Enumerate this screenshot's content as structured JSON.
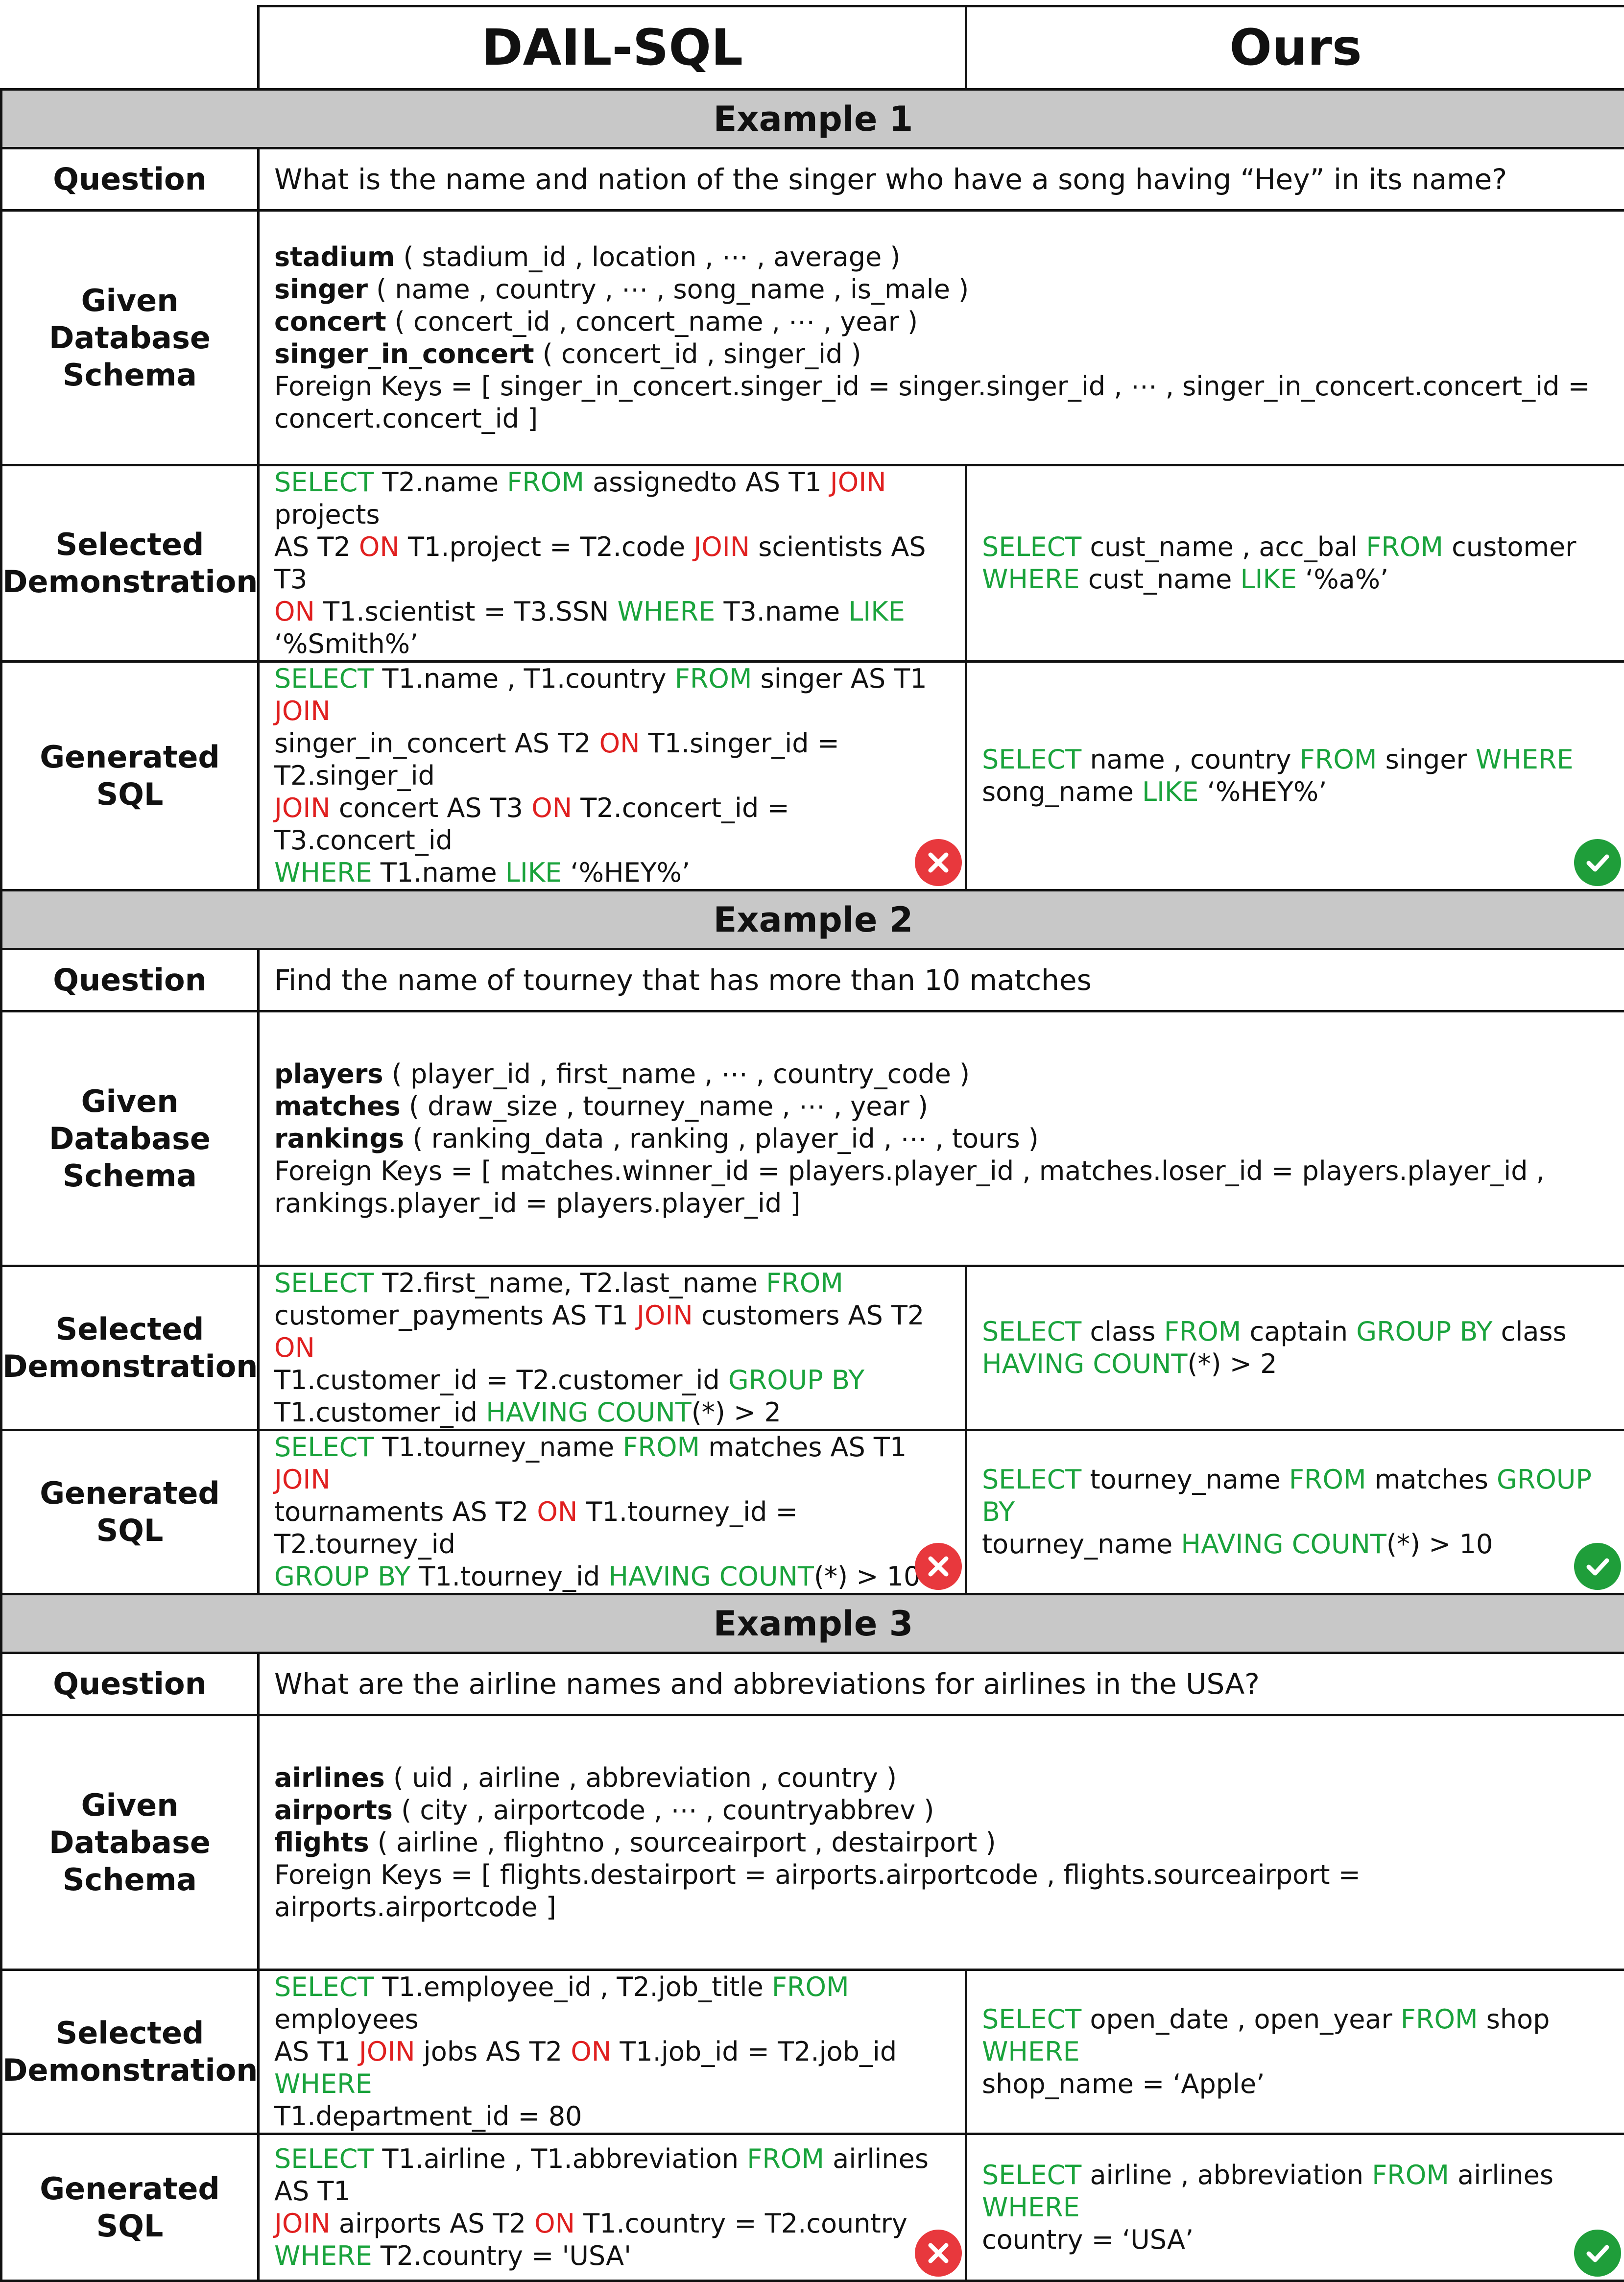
{
  "header": {
    "col1": "DAIL-SQL",
    "col2": "Ours"
  },
  "row_labels": {
    "question": "Question",
    "schema_lines": [
      "Given",
      "Database",
      "Schema"
    ],
    "selected_lines": [
      "Selected",
      "Demonstration"
    ],
    "generated": "Generated SQL"
  },
  "examples": [
    {
      "title": "Example 1",
      "question": "What is the name and nation of the singer who have a song having “Hey” in its name?",
      "schema": [
        [
          {
            "t": "stadium",
            "c": "tbl-name"
          },
          {
            "t": " ( stadium_id , location , ⋯ , average )"
          }
        ],
        [
          {
            "t": "singer",
            "c": "tbl-name"
          },
          {
            "t": " ( name , country , ⋯ , song_name , is_male )"
          }
        ],
        [
          {
            "t": "concert",
            "c": "tbl-name"
          },
          {
            "t": " ( concert_id , concert_name , ⋯ , year )"
          }
        ],
        [
          {
            "t": "singer_in_concert",
            "c": "tbl-name"
          },
          {
            "t": " ( concert_id , singer_id )"
          }
        ],
        [
          {
            "t": "Foreign Keys = [ singer_in_concert.singer_id = singer.singer_id , ⋯ , singer_in_concert.concert_id ="
          }
        ],
        [
          {
            "t": "concert.concert_id ]"
          }
        ]
      ],
      "dail_demo": [
        [
          {
            "t": "SELECT",
            "c": "kw-green"
          },
          {
            "t": " T2.name "
          },
          {
            "t": "FROM",
            "c": "kw-green"
          },
          {
            "t": " assignedto AS T1 "
          },
          {
            "t": "JOIN",
            "c": "kw-red"
          },
          {
            "t": " projects"
          }
        ],
        [
          {
            "t": "AS T2 "
          },
          {
            "t": "ON",
            "c": "kw-red"
          },
          {
            "t": " T1.project = T2.code "
          },
          {
            "t": "JOIN",
            "c": "kw-red"
          },
          {
            "t": " scientists AS T3"
          }
        ],
        [
          {
            "t": "ON",
            "c": "kw-red"
          },
          {
            "t": " T1.scientist = T3.SSN "
          },
          {
            "t": "WHERE",
            "c": "kw-green"
          },
          {
            "t": " T3.name "
          },
          {
            "t": "LIKE",
            "c": "kw-green"
          }
        ],
        [
          {
            "t": "‘%Smith%’"
          }
        ]
      ],
      "ours_demo": [
        [
          {
            "t": "SELECT",
            "c": "kw-green"
          },
          {
            "t": " cust_name , acc_bal "
          },
          {
            "t": "FROM",
            "c": "kw-green"
          },
          {
            "t": " customer"
          }
        ],
        [
          {
            "t": "WHERE",
            "c": "kw-green"
          },
          {
            "t": " cust_name "
          },
          {
            "t": "LIKE",
            "c": "kw-green"
          },
          {
            "t": " ‘%a%’"
          }
        ]
      ],
      "dail_gen": [
        [
          {
            "t": "SELECT",
            "c": "kw-green"
          },
          {
            "t": " T1.name , T1.country "
          },
          {
            "t": "FROM",
            "c": "kw-green"
          },
          {
            "t": " singer AS T1 "
          },
          {
            "t": "JOIN",
            "c": "kw-red"
          }
        ],
        [
          {
            "t": "singer_in_concert AS  T2 "
          },
          {
            "t": "ON",
            "c": "kw-red"
          },
          {
            "t": " T1.singer_id = T2.singer_id"
          }
        ],
        [
          {
            "t": "JOIN",
            "c": "kw-red"
          },
          {
            "t": " concert AS T3 "
          },
          {
            "t": "ON",
            "c": "kw-red"
          },
          {
            "t": " T2.concert_id = T3.concert_id"
          }
        ],
        [
          {
            "t": "WHERE",
            "c": "kw-green"
          },
          {
            "t": " T1.name "
          },
          {
            "t": "LIKE",
            "c": "kw-green"
          },
          {
            "t": " ‘%HEY%’"
          }
        ]
      ],
      "ours_gen": [
        [
          {
            "t": "SELECT",
            "c": "kw-green"
          },
          {
            "t": " name , country "
          },
          {
            "t": "FROM",
            "c": "kw-green"
          },
          {
            "t": " singer "
          },
          {
            "t": "WHERE",
            "c": "kw-green"
          }
        ],
        [
          {
            "t": "song_name "
          },
          {
            "t": "LIKE",
            "c": "kw-green"
          },
          {
            "t": " ‘%HEY%’"
          }
        ]
      ]
    },
    {
      "title": "Example 2",
      "question": "Find the name of tourney that has more than 10 matches",
      "schema": [
        [
          {
            "t": "players",
            "c": "tbl-name"
          },
          {
            "t": " ( player_id , first_name ,  ⋯ , country_code )"
          }
        ],
        [
          {
            "t": "matches",
            "c": "tbl-name"
          },
          {
            "t": " ( draw_size , tourney_name , ⋯ ,  year )"
          }
        ],
        [
          {
            "t": "rankings",
            "c": "tbl-name"
          },
          {
            "t": " ( ranking_data , ranking , player_id ,  ⋯ , tours )"
          }
        ],
        [
          {
            "t": "Foreign Keys = [ matches.winner_id = players.player_id , matches.loser_id = players.player_id ,"
          }
        ],
        [
          {
            "t": "rankings.player_id = players.player_id ]"
          }
        ]
      ],
      "dail_demo": [
        [
          {
            "t": "SELECT",
            "c": "kw-green"
          },
          {
            "t": " T2.first_name, T2.last_name "
          },
          {
            "t": "FROM",
            "c": "kw-green"
          }
        ],
        [
          {
            "t": "customer_payments AS T1 "
          },
          {
            "t": "JOIN",
            "c": "kw-red"
          },
          {
            "t": " customers AS T2 "
          },
          {
            "t": "ON",
            "c": "kw-red"
          }
        ],
        [
          {
            "t": "T1.customer_id = T2.customer_id "
          },
          {
            "t": "GROUP BY",
            "c": "kw-green"
          }
        ],
        [
          {
            "t": "T1.customer_id "
          },
          {
            "t": "HAVING COUNT",
            "c": "kw-green"
          },
          {
            "t": "(*) > 2"
          }
        ]
      ],
      "ours_demo": [
        [
          {
            "t": "SELECT",
            "c": "kw-green"
          },
          {
            "t": " class "
          },
          {
            "t": "FROM",
            "c": "kw-green"
          },
          {
            "t": " captain "
          },
          {
            "t": "GROUP BY",
            "c": "kw-green"
          },
          {
            "t": " class"
          }
        ],
        [
          {
            "t": "HAVING COUNT",
            "c": "kw-green"
          },
          {
            "t": "(*) > 2"
          }
        ]
      ],
      "dail_gen": [
        [
          {
            "t": "SELECT",
            "c": "kw-green"
          },
          {
            "t": " T1.tourney_name "
          },
          {
            "t": "FROM",
            "c": "kw-green"
          },
          {
            "t": " matches AS T1 "
          },
          {
            "t": "JOIN",
            "c": "kw-red"
          }
        ],
        [
          {
            "t": "tournaments AS T2 "
          },
          {
            "t": "ON",
            "c": "kw-red"
          },
          {
            "t": " T1.tourney_id = T2.tourney_id"
          }
        ],
        [
          {
            "t": "GROUP BY",
            "c": "kw-green"
          },
          {
            "t": " T1.tourney_id "
          },
          {
            "t": "HAVING COUNT",
            "c": "kw-green"
          },
          {
            "t": "(*) > 10"
          }
        ]
      ],
      "ours_gen": [
        [
          {
            "t": "SELECT",
            "c": "kw-green"
          },
          {
            "t": " tourney_name "
          },
          {
            "t": "FROM",
            "c": "kw-green"
          },
          {
            "t": " matches "
          },
          {
            "t": "GROUP BY",
            "c": "kw-green"
          }
        ],
        [
          {
            "t": "tourney_name "
          },
          {
            "t": "HAVING COUNT",
            "c": "kw-green"
          },
          {
            "t": "(*) > 10"
          }
        ]
      ]
    },
    {
      "title": "Example 3",
      "question": "What are the airline names and abbreviations for airlines in the USA?",
      "schema": [
        [
          {
            "t": "airlines",
            "c": "tbl-name"
          },
          {
            "t": " ( uid , airline , abbreviation , country )"
          }
        ],
        [
          {
            "t": "airports",
            "c": "tbl-name"
          },
          {
            "t": " ( city , airportcode , ⋯ , countryabbrev )"
          }
        ],
        [
          {
            "t": "flights",
            "c": "tbl-name"
          },
          {
            "t": " ( airline , flightno , sourceairport , destairport )"
          }
        ],
        [
          {
            "t": "Foreign Keys = [ flights.destairport = airports.airportcode , flights.sourceairport = airports.airportcode ]"
          }
        ]
      ],
      "dail_demo": [
        [
          {
            "t": "SELECT",
            "c": "kw-green"
          },
          {
            "t": " T1.employee_id , T2.job_title "
          },
          {
            "t": "FROM",
            "c": "kw-green"
          },
          {
            "t": " employees"
          }
        ],
        [
          {
            "t": "AS T1 "
          },
          {
            "t": "JOIN",
            "c": "kw-red"
          },
          {
            "t": " jobs AS T2 "
          },
          {
            "t": "ON",
            "c": "kw-red"
          },
          {
            "t": " T1.job_id = T2.job_id "
          },
          {
            "t": "WHERE",
            "c": "kw-green"
          }
        ],
        [
          {
            "t": "T1.department_id = 80"
          }
        ]
      ],
      "ours_demo": [
        [
          {
            "t": "SELECT",
            "c": "kw-green"
          },
          {
            "t": " open_date , open_year "
          },
          {
            "t": "FROM",
            "c": "kw-green"
          },
          {
            "t": " shop "
          },
          {
            "t": "WHERE",
            "c": "kw-green"
          }
        ],
        [
          {
            "t": "shop_name = ‘Apple’"
          }
        ]
      ],
      "dail_gen": [
        [
          {
            "t": "SELECT",
            "c": "kw-green"
          },
          {
            "t": " T1.airline , T1.abbreviation "
          },
          {
            "t": "FROM",
            "c": "kw-green"
          },
          {
            "t": " airlines AS T1"
          }
        ],
        [
          {
            "t": "JOIN",
            "c": "kw-red"
          },
          {
            "t": " airports AS T2 "
          },
          {
            "t": "ON",
            "c": "kw-red"
          },
          {
            "t": " T1.country = T2.country"
          }
        ],
        [
          {
            "t": "WHERE",
            "c": "kw-green"
          },
          {
            "t": " T2.country = 'USA'"
          }
        ]
      ],
      "ours_gen": [
        [
          {
            "t": "SELECT",
            "c": "kw-green"
          },
          {
            "t": " airline , abbreviation "
          },
          {
            "t": "FROM",
            "c": "kw-green"
          },
          {
            "t": " airlines "
          },
          {
            "t": "WHERE",
            "c": "kw-green"
          }
        ],
        [
          {
            "t": "country = ‘USA’"
          }
        ]
      ]
    }
  ],
  "colors": {
    "keyword_green": "#1aa33c",
    "keyword_red": "#e02020",
    "example_header_bg": "#c8c8c8",
    "wrong_mark": "#e8383d",
    "right_mark": "#1f9e3a"
  },
  "icons": {
    "wrong": "cross-circle-icon",
    "right": "check-circle-icon"
  }
}
